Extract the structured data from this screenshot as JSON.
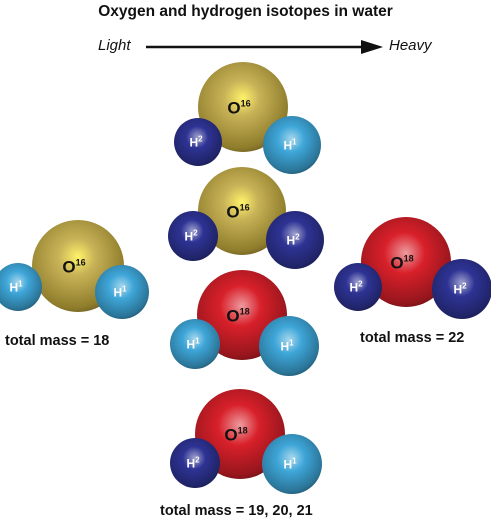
{
  "title": "Oxygen and hydrogen isotopes in water",
  "scale": {
    "light_label": "Light",
    "heavy_label": "Heavy"
  },
  "colors": {
    "oxygen16": "#bfa63a",
    "oxygen18": "#d8202a",
    "hydrogen1": "#3ea6d8",
    "hydrogen2": "#2e3394",
    "hydrogen_text": "#ffffff",
    "oxygen_text": "#111111"
  },
  "molecules": [
    {
      "id": "light",
      "oxygen": {
        "symbol": "O",
        "mass": "16",
        "isotope": "oxygen16"
      },
      "h_left": {
        "symbol": "H",
        "mass": "1",
        "isotope": "hydrogen1"
      },
      "h_right": {
        "symbol": "H",
        "mass": "1",
        "isotope": "hydrogen1"
      }
    },
    {
      "id": "mid-1",
      "oxygen": {
        "symbol": "O",
        "mass": "16",
        "isotope": "oxygen16"
      },
      "h_left": {
        "symbol": "H",
        "mass": "2",
        "isotope": "hydrogen2"
      },
      "h_right": {
        "symbol": "H",
        "mass": "1",
        "isotope": "hydrogen1"
      }
    },
    {
      "id": "mid-2",
      "oxygen": {
        "symbol": "O",
        "mass": "16",
        "isotope": "oxygen16"
      },
      "h_left": {
        "symbol": "H",
        "mass": "2",
        "isotope": "hydrogen2"
      },
      "h_right": {
        "symbol": "H",
        "mass": "2",
        "isotope": "hydrogen2"
      }
    },
    {
      "id": "mid-3",
      "oxygen": {
        "symbol": "O",
        "mass": "18",
        "isotope": "oxygen18"
      },
      "h_left": {
        "symbol": "H",
        "mass": "1",
        "isotope": "hydrogen1"
      },
      "h_right": {
        "symbol": "H",
        "mass": "1",
        "isotope": "hydrogen1"
      }
    },
    {
      "id": "mid-4",
      "oxygen": {
        "symbol": "O",
        "mass": "18",
        "isotope": "oxygen18"
      },
      "h_left": {
        "symbol": "H",
        "mass": "2",
        "isotope": "hydrogen2"
      },
      "h_right": {
        "symbol": "H",
        "mass": "1",
        "isotope": "hydrogen1"
      }
    },
    {
      "id": "heavy",
      "oxygen": {
        "symbol": "O",
        "mass": "18",
        "isotope": "oxygen18"
      },
      "h_left": {
        "symbol": "H",
        "mass": "2",
        "isotope": "hydrogen2"
      },
      "h_right": {
        "symbol": "H",
        "mass": "2",
        "isotope": "hydrogen2"
      }
    }
  ],
  "mass_labels": {
    "light": "total mass = 18",
    "heavy": "total mass = 22",
    "middle": "total mass = 19, 20, 21"
  }
}
